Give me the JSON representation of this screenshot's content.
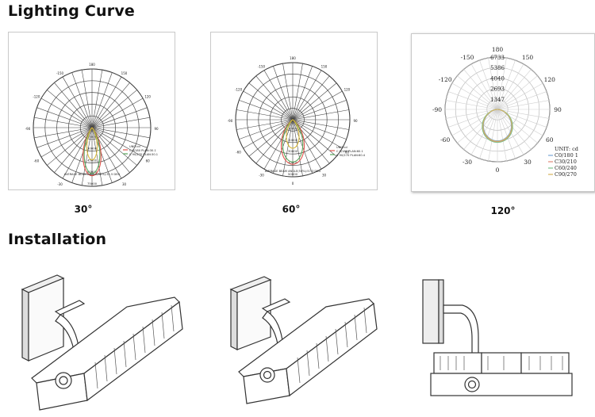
{
  "sections": {
    "lighting_curve": "Lighting Curve",
    "installation": "Installation"
  },
  "polar1": {
    "caption": "30°",
    "rings": [
      "15000",
      "30000",
      "45000",
      "60000",
      "75000"
    ],
    "angles": [
      "0",
      "30",
      "60",
      "90",
      "120",
      "150",
      "180",
      "-150",
      "-120",
      "-90",
      "-60",
      "-30"
    ],
    "unit": "UNIT:cd",
    "legend": [
      "C 0/180  PLAN:30.1",
      "C 90/270 PLAN:30.1"
    ],
    "footer": "AVERAGE BEAM ANGLE(50%):31.5 DEG",
    "legend_colors": [
      "#e0534a",
      "#5aa55a"
    ]
  },
  "polar2": {
    "caption": "60°",
    "rings": [
      "10000",
      "20000",
      "30000",
      "40000",
      "50000"
    ],
    "angles": [
      "0",
      "30",
      "60",
      "90",
      "120",
      "150",
      "180",
      "-150",
      "-120",
      "-90",
      "-60",
      "-30"
    ],
    "unit": "UNIT:cd",
    "legend": [
      "C 0/180  PLAN:60.1",
      "C 90/270 PLAN:60.4"
    ],
    "footer": "AVERAGE BEAM ANGLE(50%):57.3 DEG",
    "legend_colors": [
      "#e0534a",
      "#5aa55a"
    ]
  },
  "polar3": {
    "caption": "120°",
    "rings": [
      "1347",
      "2693",
      "4040",
      "5386",
      "6733"
    ],
    "angles": [
      "0",
      "30",
      "60",
      "90",
      "120",
      "150",
      "180",
      "-150",
      "-120",
      "-90",
      "-60",
      "-30"
    ],
    "unit": "UNIT: cd",
    "legend": [
      "C0/180 1",
      "C30/210",
      "C60/240",
      "C90/270"
    ],
    "legend_colors": [
      "#7aa7d6",
      "#e08a7a",
      "#7cc08a",
      "#d6b25a"
    ]
  }
}
